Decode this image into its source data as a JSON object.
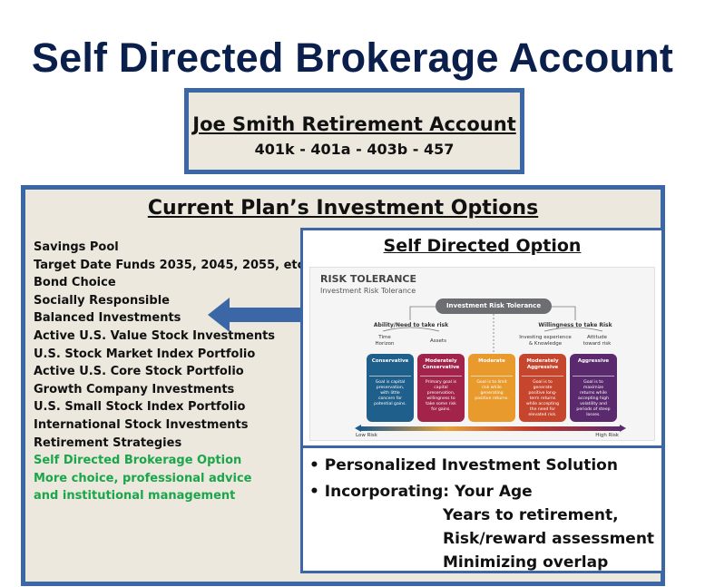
{
  "title": "Self Directed Brokerage Account",
  "account": {
    "name": "Joe Smith Retirement Account",
    "types": "401k - 401a - 403b - 457"
  },
  "plan": {
    "title": "Current Plan’s Investment Options",
    "options": [
      "Savings Pool",
      "Target Date Funds 2035, 2045, 2055, etc.",
      "Bond Choice",
      "Socially Responsible",
      "Balanced Investments",
      "Active U.S. Value Stock Investments",
      "U.S. Stock Market Index Portfolio",
      "Active U.S. Core Stock Portfolio",
      "Growth Company Investments",
      "U.S. Small Stock Index Portfolio",
      "International Stock Investments",
      "Retirement Strategies"
    ],
    "highlight_options": [
      "Self Directed Brokerage Option",
      "More choice, professional advice",
      "and institutional management"
    ]
  },
  "self_directed": {
    "title": "Self Directed Option",
    "risk_graphic": {
      "title": "RISK TOLERANCE",
      "subtitle": "Investment Risk Tolerance",
      "center": "Investment Risk Tolerance",
      "left_branch": "Ability/Need to take risk",
      "right_branch": "Willingness to take Risk",
      "left_sub_1": "Time\nHorizon",
      "left_sub_2": "Assets",
      "right_sub_1": "Investing experience\n& Knowledge",
      "right_sub_2": "Attitude\ntoward risk",
      "low_label": "Low Risk",
      "high_label": "High Risk",
      "cards": [
        {
          "name": "Conservative",
          "desc": "Goal is capital preservation, with little concern for potential gains.",
          "color": "#1f5f8b"
        },
        {
          "name": "Moderately Conservative",
          "desc": "Primary goal is capital preservation, willingness to take some risk for gains.",
          "color": "#a3244a"
        },
        {
          "name": "Moderate",
          "desc": "Goal is to limit risk while generating positive returns.",
          "color": "#e89a2c"
        },
        {
          "name": "Moderately Aggressive",
          "desc": "Goal is to generate positive long-term returns while accepting the need for elevated risk.",
          "color": "#c6452d"
        },
        {
          "name": "Aggressive",
          "desc": "Goal is to maximize returns while accepting high volatility and periods of steep losses.",
          "color": "#5b2a6e"
        }
      ]
    }
  },
  "solution": {
    "bullet_1": "• Personalized Investment Solution",
    "bullet_2": "• Incorporating: Your Age",
    "line_3": "Years to retirement,",
    "line_4": "Risk/reward assessment",
    "line_5": "Minimizing overlap"
  },
  "colors": {
    "title": "#0b1f4d",
    "box_border": "#3c67a7",
    "box_fill": "#ece8dd",
    "arrow": "#3c67a7",
    "highlight_text": "#1aa64a"
  }
}
